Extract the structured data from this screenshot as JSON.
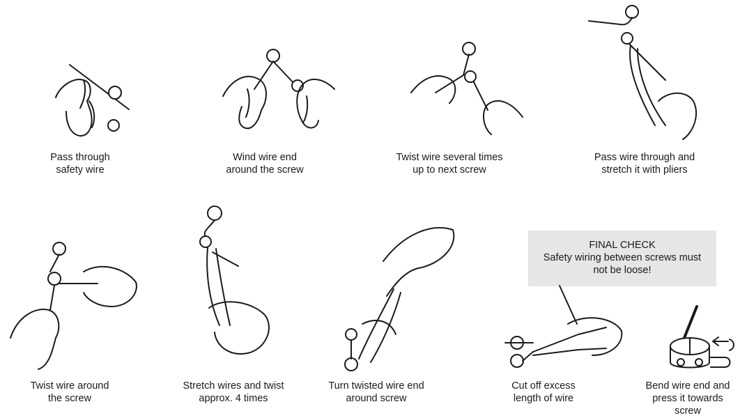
{
  "steps": [
    {
      "id": "pass-through",
      "caption": "Pass through\nsafety wire"
    },
    {
      "id": "wind-wire",
      "caption": "Wind wire end\naround the screw"
    },
    {
      "id": "twist-several",
      "caption": "Twist wire several times\nup to next screw"
    },
    {
      "id": "stretch-pliers",
      "caption": "Pass wire through and\nstretch it with pliers"
    },
    {
      "id": "twist-around",
      "caption": "Twist wire around\nthe screw"
    },
    {
      "id": "stretch-twist-4",
      "caption": "Stretch wires and twist\napprox. 4 times"
    },
    {
      "id": "turn-end",
      "caption": "Turn twisted wire end\naround screw"
    },
    {
      "id": "cut-off",
      "caption": "Cut off excess\nlength of wire"
    },
    {
      "id": "bend-press",
      "caption": "Bend wire end and\npress it towards\nscrew"
    }
  ],
  "final_check": {
    "title": "FINAL CHECK",
    "line1": "Safety wiring between screws must",
    "line2": "not be loose!"
  },
  "colors": {
    "ink": "#1a1a1a",
    "callout_bg": "#e6e6e6"
  }
}
